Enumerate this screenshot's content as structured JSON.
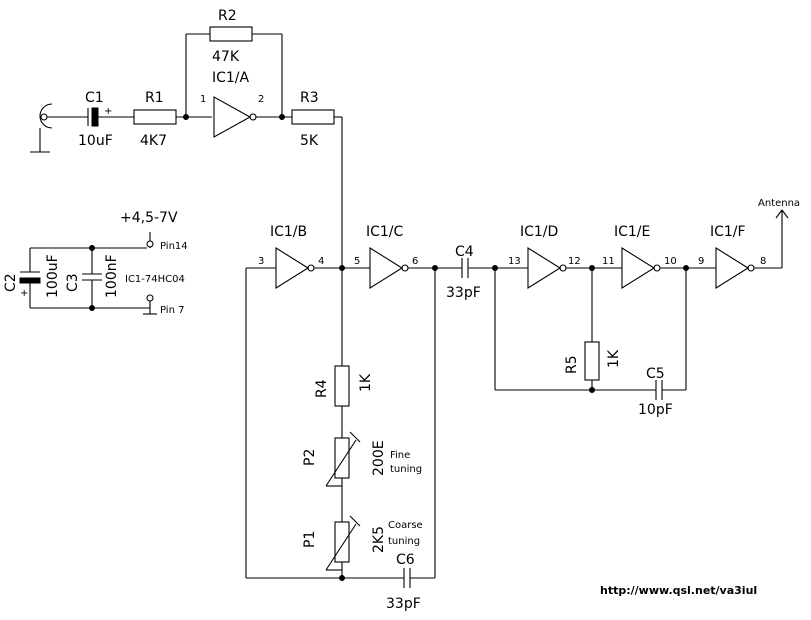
{
  "components": {
    "c1": {
      "name": "C1",
      "value": "10uF",
      "polarity": "+"
    },
    "r1": {
      "name": "R1",
      "value": "4K7"
    },
    "r2": {
      "name": "R2",
      "value": "47K"
    },
    "r3": {
      "name": "R3",
      "value": "5K"
    },
    "ic1a": {
      "name": "IC1/A",
      "pin_in": "1",
      "pin_out": "2"
    },
    "ic1b": {
      "name": "IC1/B",
      "pin_in": "3",
      "pin_out": "4"
    },
    "ic1c": {
      "name": "IC1/C",
      "pin_in": "5",
      "pin_out": "6"
    },
    "ic1d": {
      "name": "IC1/D",
      "pin_in": "13",
      "pin_out": "12"
    },
    "ic1e": {
      "name": "IC1/E",
      "pin_in": "11",
      "pin_out": "10"
    },
    "ic1f": {
      "name": "IC1/F",
      "pin_in": "9",
      "pin_out": "8"
    },
    "c4": {
      "name": "C4",
      "value": "33pF"
    },
    "c5": {
      "name": "C5",
      "value": "10pF"
    },
    "c6": {
      "name": "C6",
      "value": "33pF"
    },
    "r4": {
      "name": "R4",
      "value": "1K"
    },
    "r5": {
      "name": "R5",
      "value": "1K"
    },
    "p1": {
      "name": "P1",
      "value": "2K5",
      "note_line1": "Coarse",
      "note_line2": "tuning"
    },
    "p2": {
      "name": "P2",
      "value": "200E",
      "note_line1": "Fine",
      "note_line2": "tuning"
    },
    "c2": {
      "name": "C2",
      "value": "100uF",
      "polarity": "+"
    },
    "c3": {
      "name": "C3",
      "value": "100nF"
    }
  },
  "power": {
    "supply": "+4,5-7V",
    "pin14": "Pin14",
    "pin7": "Pin 7",
    "chip": "IC1-74HC04"
  },
  "antenna_label": "Antenna",
  "url": "http://www.qsl.net/va3iul"
}
